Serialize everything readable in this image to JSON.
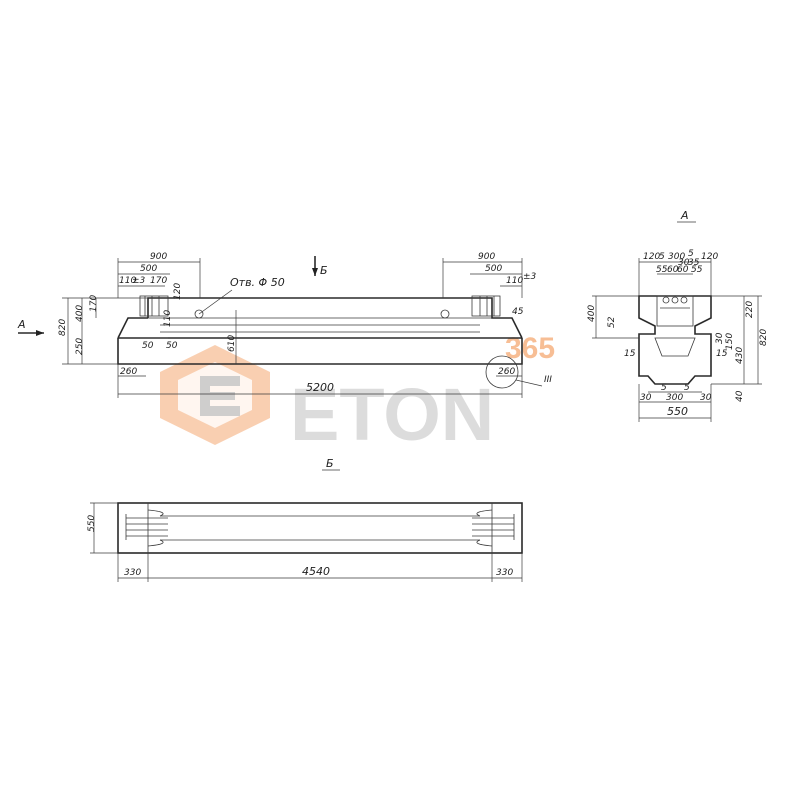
{
  "watermark": {
    "text": "ETON",
    "number": "365",
    "color_orange": "#f39a5a",
    "color_gray": "#c9c9c9"
  },
  "front_view": {
    "hole_note": "Отв. Φ 50",
    "section_arrow_label": "Б",
    "view_arrow_label": "А",
    "node_label": "III",
    "dims": {
      "left_900": "900",
      "left_500": "500",
      "left_110": "110",
      "left_pm3a": "±3",
      "left_170": "170",
      "right_900": "900",
      "right_500": "500",
      "right_pm3": "±3",
      "right_110": "110",
      "h_820": "820",
      "h_400": "400",
      "h_170": "170",
      "h_250": "250",
      "h_120": "120",
      "h_110": "110",
      "h_45": "45",
      "w_50a": "50",
      "w_50b": "50",
      "h_610": "610",
      "w_260a": "260",
      "w_260b": "260",
      "total_5200": "5200"
    }
  },
  "section_a": {
    "title": "А",
    "dims": {
      "t_120a": "120",
      "t_5a": "5",
      "t_300": "300",
      "t_5b": "5",
      "t_120b": "120",
      "t_55a": "55",
      "t_60": "60",
      "t_60b": "60",
      "t_55b": "55",
      "t_30": "30",
      "t_35": "35",
      "h_400": "400",
      "h_52": "52",
      "h_15a": "15",
      "h_220": "220",
      "h_820": "820",
      "h_150": "150",
      "h_30": "30",
      "h_15b": "15",
      "h_430": "430",
      "h_40": "40",
      "b_5a": "5",
      "b_5b": "5",
      "b_30a": "30",
      "b_300": "300",
      "b_30b": "30",
      "w_550": "550"
    }
  },
  "plan_view": {
    "title": "Б",
    "dims": {
      "w_550": "550",
      "l_330": "330",
      "l_4540": "4540",
      "r_330": "330"
    }
  }
}
